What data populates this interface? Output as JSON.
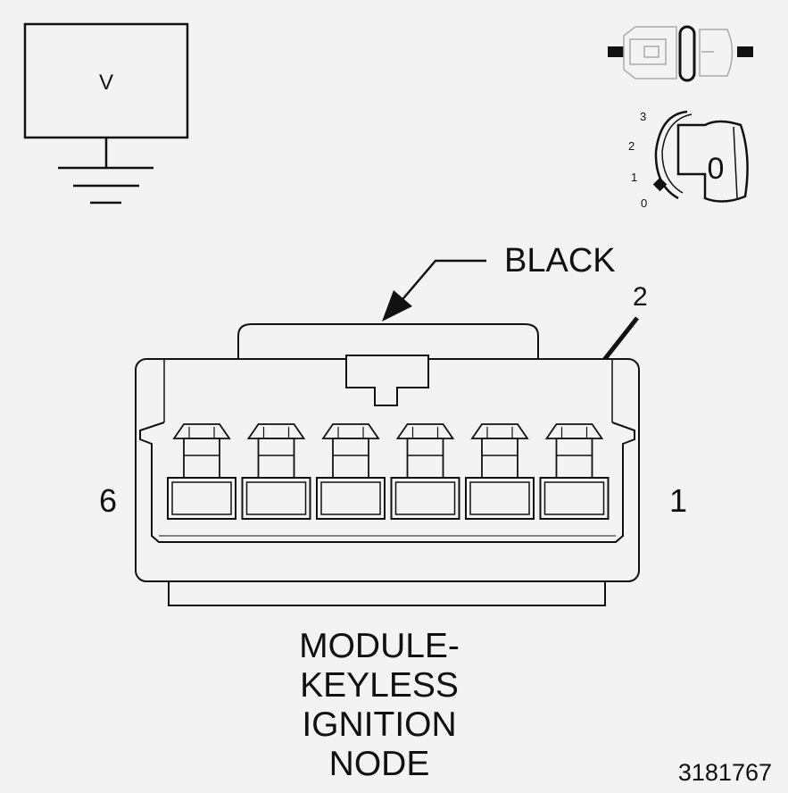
{
  "voltmeter": {
    "symbol": "V"
  },
  "key_switch": {
    "positions": [
      "3",
      "2",
      "1",
      "0"
    ],
    "key_label": "0"
  },
  "connector": {
    "color_label": "BLACK",
    "pin_callout": "2",
    "left_end_label": "6",
    "right_end_label": "1",
    "cavities": 6
  },
  "title": [
    "MODULE-",
    "KEYLESS",
    "IGNITION",
    "NODE"
  ],
  "figure_number": "3181767"
}
